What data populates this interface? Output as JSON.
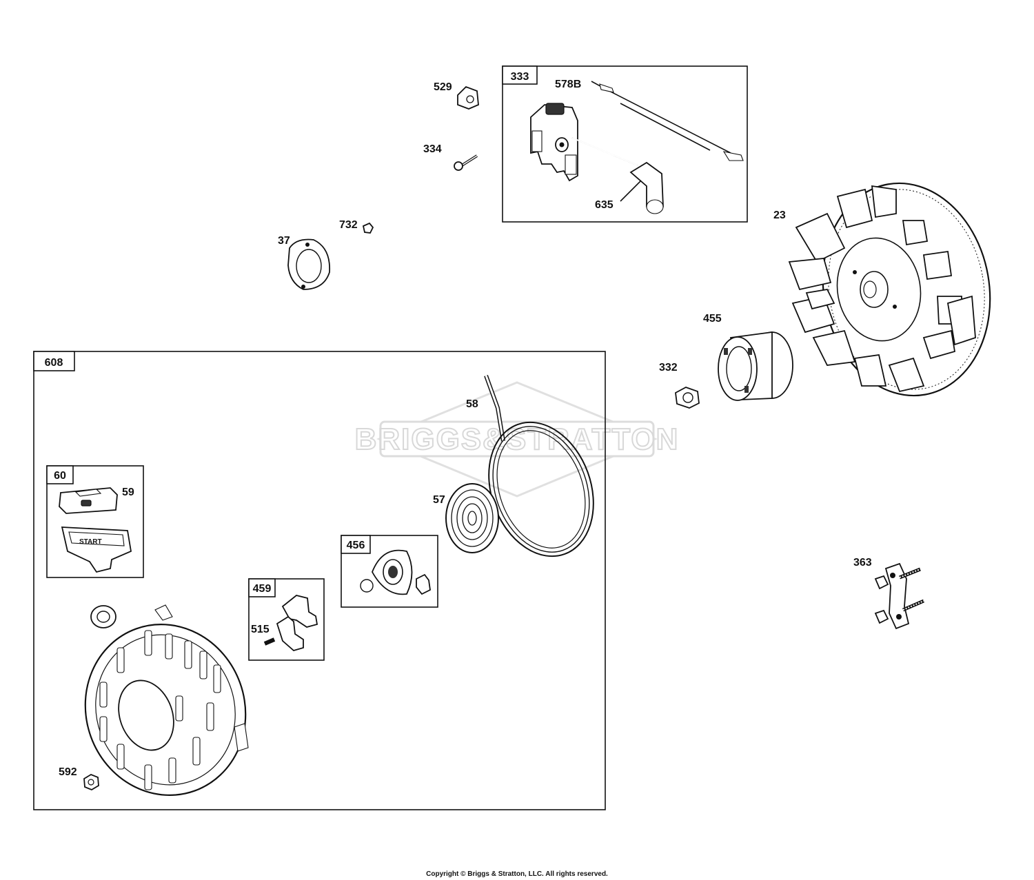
{
  "watermark": "BRIGGS&STRATTON",
  "copyright": "Copyright © Briggs & Stratton, LLC. All rights reserved.",
  "groups": {
    "g333": "333",
    "g608": "608",
    "g60": "60",
    "g456": "456",
    "g459": "459"
  },
  "callouts": {
    "p529": "529",
    "p334": "334",
    "p578b": "578B",
    "p635": "635",
    "p732": "732",
    "p37": "37",
    "p23": "23",
    "p455": "455",
    "p332": "332",
    "p58": "58",
    "p59": "59",
    "p57": "57",
    "p515": "515",
    "p363": "363",
    "p592": "592"
  },
  "handle_text": "START"
}
